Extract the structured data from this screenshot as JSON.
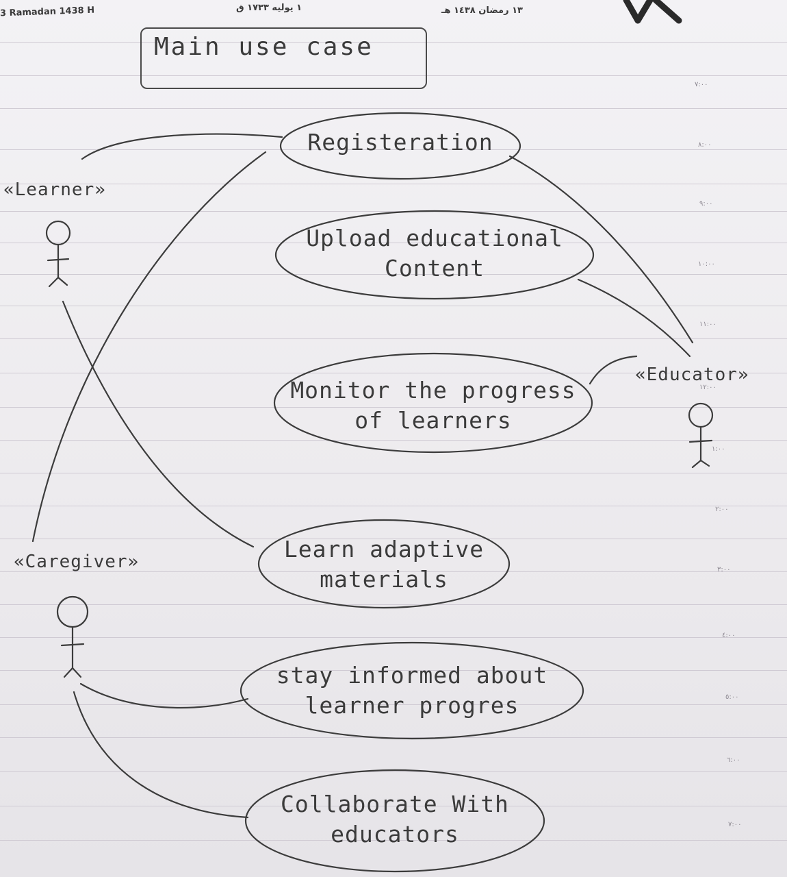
{
  "page_header": {
    "gregorian_hijri_left": "3 Ramadan 1438 H",
    "arabic_date_1": "١ يوليه ١٧٣٣ ق",
    "arabic_date_2": "١٣ رمضان ١٤٣٨ هـ"
  },
  "margin_times": [
    "٧:٠٠",
    "٨:٠٠",
    "٩:٠٠",
    "١٠:٠٠",
    "١١:٠٠",
    "١٢:٠٠",
    "١:٠٠",
    "٢:٠٠",
    "٣:٠٠",
    "٤:٠٠",
    "٥:٠٠",
    "٦:٠٠",
    "٧:٠٠"
  ],
  "diagram": {
    "title": "Main use case",
    "actors": {
      "learner": "«Learner»",
      "caregiver": "«Caregiver»",
      "educator": "«Educator»"
    },
    "use_cases": {
      "registration": {
        "line1": "Registeration",
        "line2": ""
      },
      "upload": {
        "line1": "Upload educational",
        "line2": "Content"
      },
      "monitor": {
        "line1": "Monitor the progress",
        "line2": "of learners"
      },
      "learn": {
        "line1": "Learn adaptive",
        "line2": "materials"
      },
      "stay": {
        "line1": "stay informed about",
        "line2": "learner progres"
      },
      "collab": {
        "line1": "Collaborate With",
        "line2": "educators"
      }
    }
  }
}
